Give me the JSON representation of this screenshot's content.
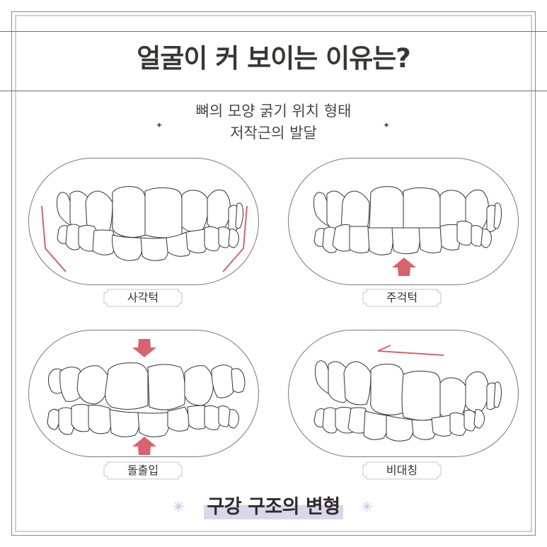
{
  "title": "얼굴이 커 보이는 이유는?",
  "subtitle": {
    "line1": "뼈의 모양 굵기 위치 형태",
    "line2": "저작근의 발달"
  },
  "cards": [
    {
      "id": "square-jaw",
      "label": "사각턱",
      "indicator": "jaw-lines"
    },
    {
      "id": "protruding-chin",
      "label": "주걱턱",
      "indicator": "up-arrow"
    },
    {
      "id": "protrusion",
      "label": "돌출입",
      "indicator": "down-and-up-arrows"
    },
    {
      "id": "asymmetry",
      "label": "비대칭",
      "indicator": "left-arrow"
    }
  ],
  "footer": {
    "text": "구강 구조의 변형",
    "star_left": "✳",
    "star_right": "✳"
  },
  "sparkles": {
    "left": "✦",
    "right": "✦"
  },
  "colors": {
    "accent_red": "#d9626f",
    "highlight_purple": "#dcd6eb",
    "label_border": "#c8bfe0",
    "text_dark": "#3a3636"
  }
}
